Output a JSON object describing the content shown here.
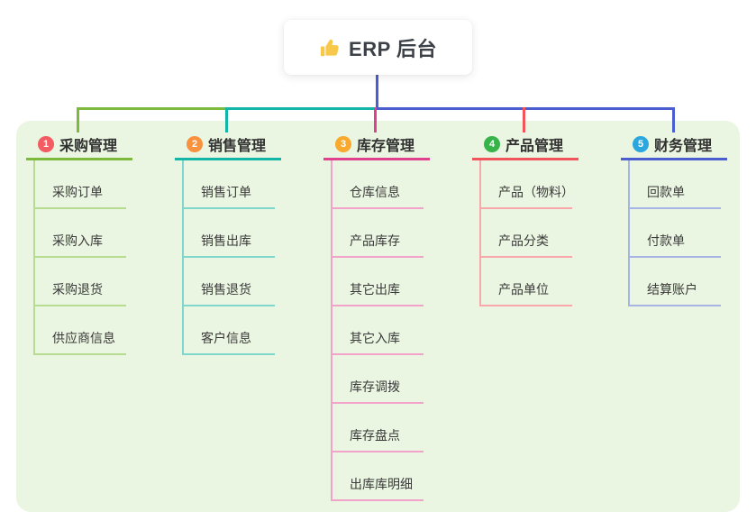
{
  "theme": {
    "page_bg": "#ffffff",
    "panel_bg": "#eaf6e2",
    "root_connector": "#4a5ed0",
    "thumb_color": "#f7c84a"
  },
  "root": {
    "label": "ERP 后台",
    "icon": "thumbs-up-icon"
  },
  "branches": [
    {
      "badge": "1",
      "title": "采购管理",
      "badge_color": "#f25c62",
      "line_color": "#7cb93c",
      "child_line_color": "#b7db8f",
      "children": [
        "采购订单",
        "采购入库",
        "采购退货",
        "供应商信息"
      ]
    },
    {
      "badge": "2",
      "title": "销售管理",
      "badge_color": "#f8923f",
      "line_color": "#13b5a6",
      "child_line_color": "#7fd6cb",
      "children": [
        "销售订单",
        "销售出库",
        "销售退货",
        "客户信息"
      ]
    },
    {
      "badge": "3",
      "title": "库存管理",
      "badge_color": "#f9a92d",
      "line_color": "#e0418e",
      "child_line_color": "#f3a3c9",
      "children": [
        "仓库信息",
        "产品库存",
        "其它出库",
        "其它入库",
        "库存调拨",
        "库存盘点",
        "出库库明细"
      ]
    },
    {
      "badge": "4",
      "title": "产品管理",
      "badge_color": "#38b34a",
      "line_color": "#f2545b",
      "child_line_color": "#f8a7ab",
      "children": [
        "产品（物料）",
        "产品分类",
        "产品单位"
      ]
    },
    {
      "badge": "5",
      "title": "财务管理",
      "badge_color": "#2ba7de",
      "line_color": "#4a5ed0",
      "child_line_color": "#a7b4e6",
      "children": [
        "回款单",
        "付款单",
        "结算账户"
      ]
    }
  ]
}
